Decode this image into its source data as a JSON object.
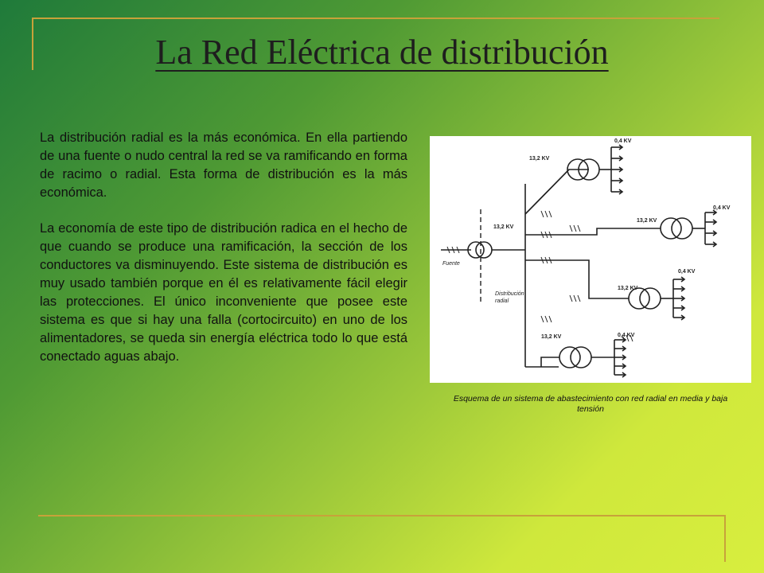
{
  "slide": {
    "title": "La Red Eléctrica de distribución",
    "paragraphs": [
      "La distribución radial es la más económica. En ella partiendo de una fuente o nudo central la red se va ramificando en forma de racimo o radial. Esta forma de distribución es la más económica.",
      "La economía de este tipo de distribución radica en el hecho de que cuando se produce una ramificación, la sección de los conductores va disminuyendo. Este sistema de distribución es muy usado también porque en él es relativamente fácil elegir las protecciones. El único inconveniente que posee este sistema es que si hay una falla (cortocircuito) en uno de los alimentadores, se queda sin energía eléctrica todo lo que está conectado aguas abajo."
    ],
    "figure": {
      "caption": "Esquema de un sistema de abastecimiento con red radial en media y baja tensión",
      "labels": {
        "source": "Fuente",
        "distribution": "Distribución",
        "distribution_2": "radial",
        "mv_main": "13,2 KV",
        "mv_top": "13,2 KV",
        "mv_right": "13,2 KV",
        "mv_mid": "13,2 KV",
        "mv_bottom": "13,2 KV",
        "lv_top": "0,4 KV",
        "lv_right": "0,4 KV",
        "lv_mid": "0,4 KV",
        "lv_bottom": "0,4 KV"
      }
    }
  },
  "colors": {
    "accent_rule": "#c8a23a",
    "gradient_start": "#1f7a3a",
    "gradient_end": "#d8ee3e"
  }
}
